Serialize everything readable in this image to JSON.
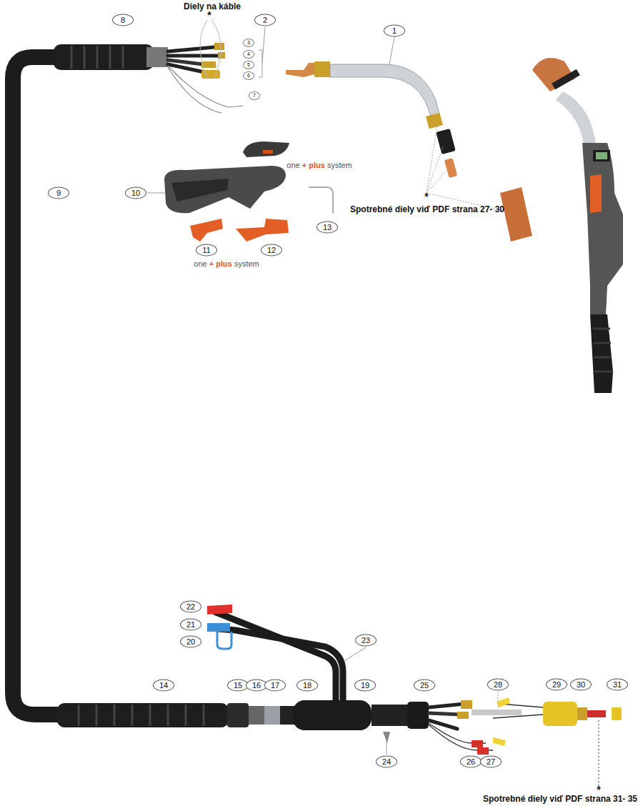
{
  "diagram": {
    "labels": [
      "Diely na káble",
      "*",
      "8",
      "2",
      "3",
      "4",
      "5",
      "6",
      "7",
      "1",
      "9",
      "10",
      "one + plus system",
      "11",
      "12",
      "one + plus system",
      "13",
      "*",
      "Spotrebné diely viď PDF strana 27- 30",
      "22",
      "21",
      "20",
      "23",
      "14",
      "15",
      "16",
      "17",
      "18",
      "19",
      "25",
      "28",
      "29",
      "30",
      "31",
      "24",
      "26",
      "27",
      "*",
      "Spotrebné diely viď PDF strana 31- 35"
    ]
  }
}
